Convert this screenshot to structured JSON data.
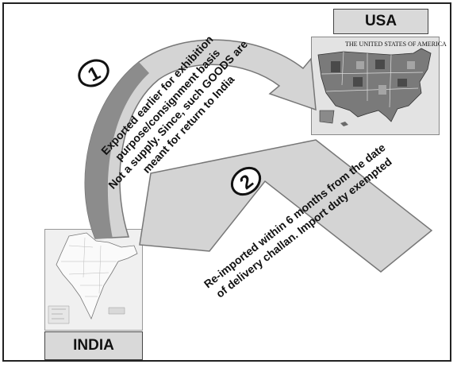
{
  "usa_label": "USA",
  "india_label": "INDIA",
  "usa_map_title": "THE UNITED STATES OF AMERICA",
  "step1": {
    "number": "1",
    "lines": [
      "Exported earlier for exhibition",
      "purpose/consignment basis",
      "Not a supply. Since, such GOODS are",
      "meant for return to India"
    ]
  },
  "step2": {
    "number": "2",
    "lines": [
      "Re-imported within 6 months from the date",
      "of delivery challan. Import duty exempted"
    ]
  },
  "colors": {
    "arrow": "#cccccc",
    "arrow_stroke": "#777777",
    "curve_arrow_inner": "#8a8a8a"
  }
}
